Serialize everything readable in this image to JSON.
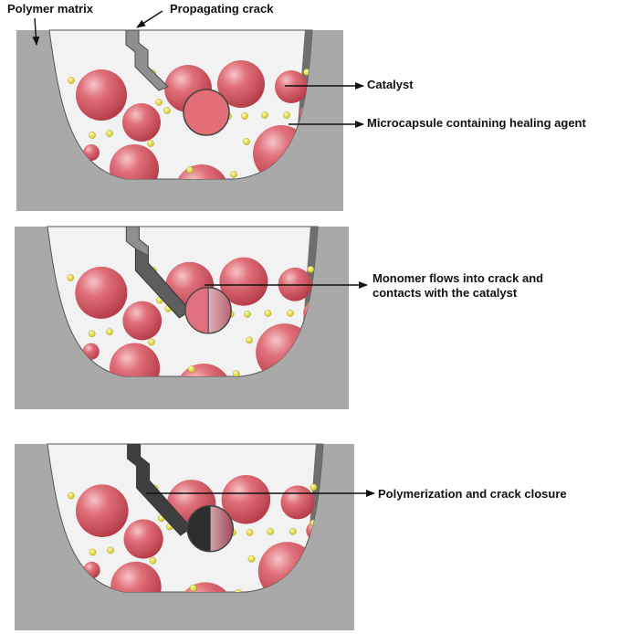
{
  "colors": {
    "matrix": "#a9a9a9",
    "cavity": "#f2f2f2",
    "capsule": "#d4545f",
    "catalyst": "#e6e02a",
    "crack_empty": "#8f8f8f",
    "crack_filled": "#3f3f3f",
    "arrow": "#111111"
  },
  "labels": {
    "polymer_matrix": "Polymer matrix",
    "propagating_crack": "Propagating crack",
    "catalyst": "Catalyst",
    "microcapsule": "Microcapsule containing healing agent",
    "monomer_flow": "Monomer flows into crack and contacts with the catalyst",
    "polymerization": "Polymerization and crack closure"
  },
  "panels": [
    {
      "stage": "intact-capsule",
      "crack": "open",
      "capsule_state": "intact"
    },
    {
      "stage": "capsule-ruptured",
      "crack": "filling",
      "capsule_state": "ruptured"
    },
    {
      "stage": "crack-closed",
      "crack": "filled",
      "capsule_state": "empty"
    }
  ],
  "icons": [
    "arrow-icon"
  ]
}
